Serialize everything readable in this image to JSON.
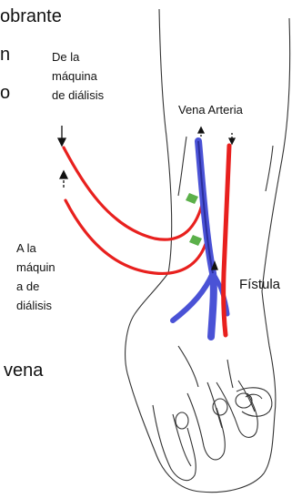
{
  "labels": {
    "cut_top": "obrante",
    "cut_n": "n",
    "cut_o": "o",
    "cut_vena": "vena",
    "from_machine": [
      "De la",
      "máquina",
      "de diálisis"
    ],
    "to_machine": [
      "A la",
      "máquin",
      "a de",
      "diálisis"
    ],
    "vena_arteria": "Vena Arteria",
    "fistula": "Fístula"
  },
  "colors": {
    "artery": "#e8201e",
    "vein": "#4a52d6",
    "vein_dark": "#2b2f9c",
    "needle_clip": "#5bb04a",
    "outline": "#333333"
  }
}
